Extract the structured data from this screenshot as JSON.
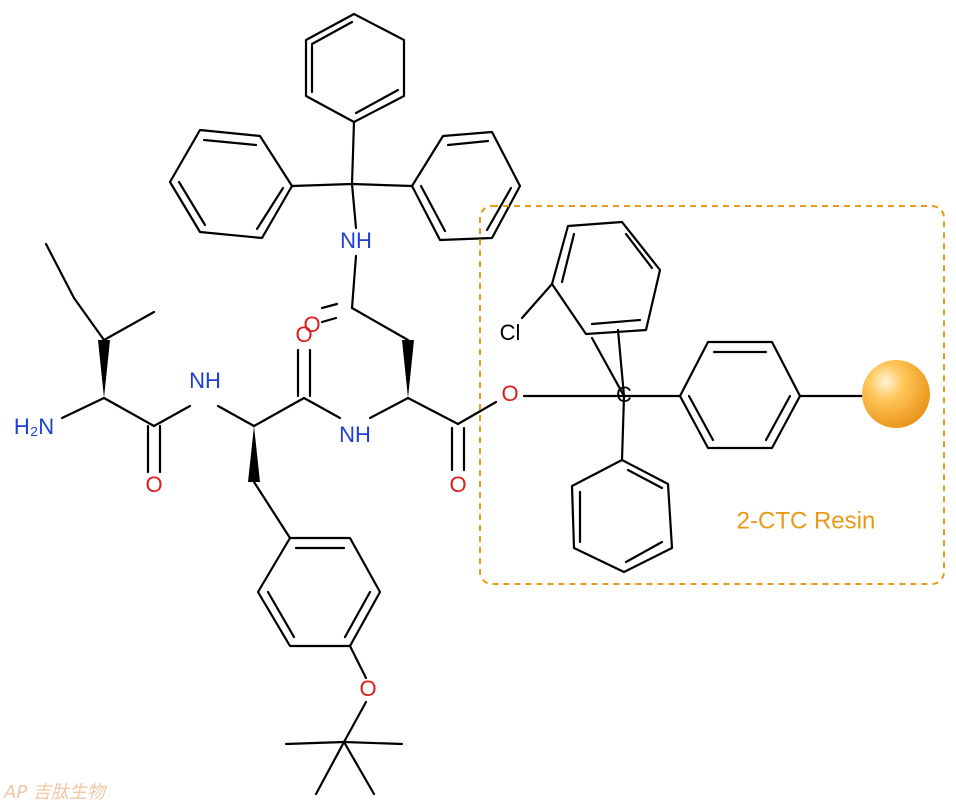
{
  "colors": {
    "bond": "#000000",
    "nitrogen": "#1f3fd0",
    "oxygen": "#e01b1b",
    "resin": "#e89a18",
    "watermark": "#f2c7a4"
  },
  "atoms": {
    "nh_trityl": "NH",
    "nh_ile_tyr": "NH",
    "nh_tyr_asn": "NH",
    "h2n": "H₂N",
    "o_asn_side": "O",
    "o_tyr_co": "O",
    "o_ile_co": "O",
    "o_asn_co": "O",
    "o_ester": "O",
    "o_tbu_ether": "O",
    "cl": "Cl",
    "c_center": "C"
  },
  "resin": {
    "label": "2-CTC Resin",
    "icon": "resin-bead-icon"
  },
  "watermark": {
    "text": "AP 吉肽生物"
  }
}
